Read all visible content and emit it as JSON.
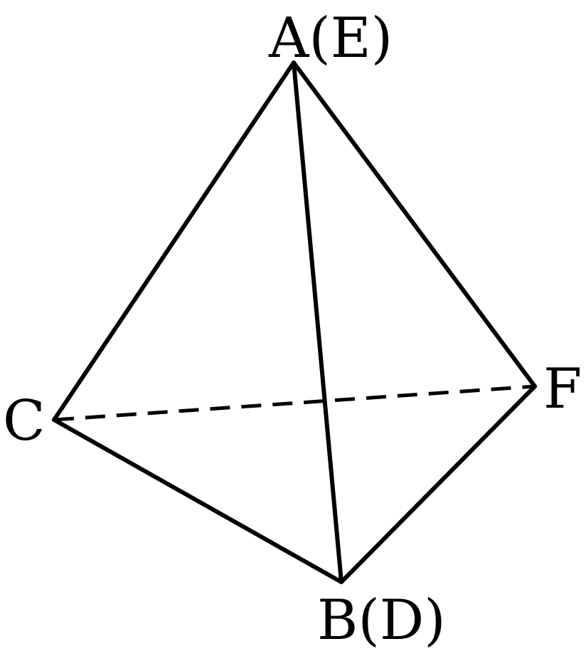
{
  "figure": {
    "labels": {
      "A": "A(E)",
      "B": "B(D)",
      "C": "C",
      "F": "F"
    },
    "edges": [
      {
        "from": "A",
        "to": "C",
        "style": "solid"
      },
      {
        "from": "A",
        "to": "F",
        "style": "solid"
      },
      {
        "from": "A",
        "to": "B",
        "style": "solid"
      },
      {
        "from": "C",
        "to": "B",
        "style": "solid"
      },
      {
        "from": "B",
        "to": "F",
        "style": "solid"
      },
      {
        "from": "C",
        "to": "F",
        "style": "dashed"
      }
    ],
    "stroke_color": "#000000",
    "background_color": "#ffffff"
  }
}
